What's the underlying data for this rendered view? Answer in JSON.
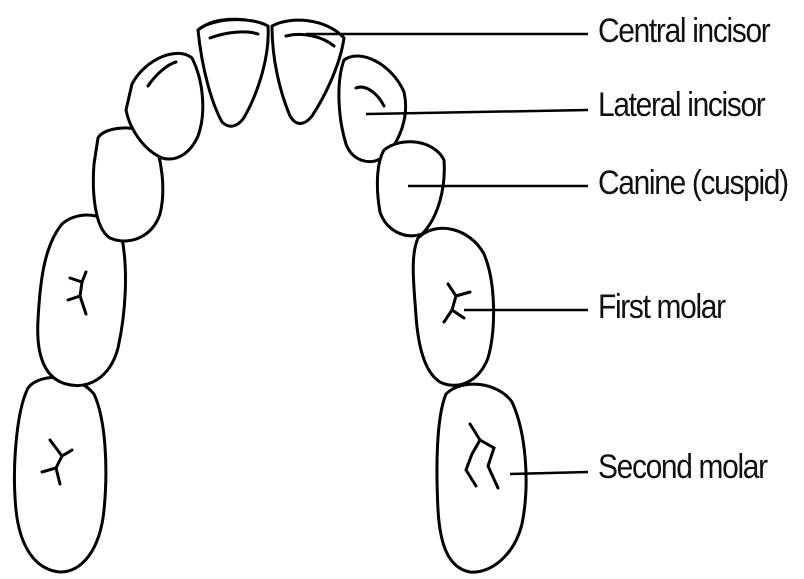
{
  "labels": {
    "central_incisor": "Central incisor",
    "lateral_incisor": "Lateral incisor",
    "canine": "Canine (cuspid)",
    "first_molar": "First molar",
    "second_molar": "Second molar"
  }
}
